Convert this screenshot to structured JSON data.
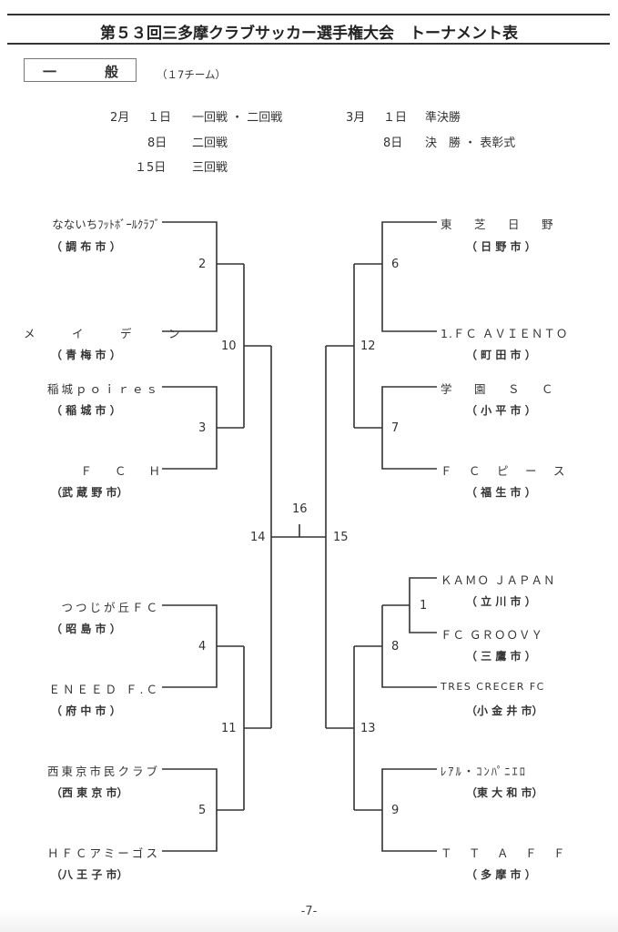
{
  "title": "第５３回三多摩クラブサッカー選手権大会　トーナメント表",
  "category": {
    "left_char": "一",
    "right_char": "般",
    "team_count": "（１7チーム）"
  },
  "schedule": [
    {
      "month": "2月",
      "day": "１日",
      "round": "一回戦 ・ 二回戦"
    },
    {
      "month": "",
      "day": "8日",
      "round": "二回戦"
    },
    {
      "month": "",
      "day": "１5日",
      "round": "三回戦"
    },
    {
      "month": "3月",
      "day": "１日",
      "round": "準決勝"
    },
    {
      "month": "",
      "day": "8日",
      "round": "決　勝 ・ 表彰式"
    }
  ],
  "left_teams": [
    {
      "name": "なないちﾌｯﾄﾎﾞｰﾙｸﾗﾌﾞ",
      "city": "（ 調 布 市 ）"
    },
    {
      "name": "メ　イ　デ　ン",
      "city": "（ 青 梅 市 ）"
    },
    {
      "name": "稲城ｐｏｉｒｅｓ",
      "city": "（ 稲 城 市 ）"
    },
    {
      "name": "Ｆ　　Ｃ　　Ｈ",
      "city": "（武 蔵 野 市）"
    },
    {
      "name": "つつじが丘ＦＣ",
      "city": "（ 昭 島 市 ）"
    },
    {
      "name": "ＥＮＥＥＤ Ｆ.Ｃ",
      "city": "（ 府 中 市 ）"
    },
    {
      "name": "西東京市民クラブ",
      "city": "（西 東 京 市）"
    },
    {
      "name": "ＨＦＣアミーゴス",
      "city": "（八 王 子 市）"
    }
  ],
  "right_teams": [
    {
      "name": "東　芝　日　野",
      "city": "（ 日 野 市 ）"
    },
    {
      "name": "1.ＦＣ ＡＶＩＥＮＴＯ",
      "city": "（ 町 田 市 ）"
    },
    {
      "name": "学　園　Ｓ　Ｃ",
      "city": "（ 小 平 市 ）"
    },
    {
      "name": "Ｆ　Ｃ　ピ　ー　ス",
      "city": "（ 福 生 市 ）"
    },
    {
      "name": "ＫＡＭＯ ＪＡＰＡＮ",
      "city": "（ 立 川 市 ）"
    },
    {
      "name": "ＦＣ ＧＲＯＯＶＹ",
      "city": "（ 三 鷹 市 ）"
    },
    {
      "name": "TRES CRECER FC",
      "city": "（小 金 井 市）"
    },
    {
      "name": "ﾚｱﾙ・ｺﾝﾊﾟﾆｴﾛ",
      "city": "（東 大 和 市）"
    },
    {
      "name": "Ｔ　Ｔ　Ａ　Ｆ　Ｆ",
      "city": "（ 多 摩 市 ）"
    }
  ],
  "matches": {
    "m1": "1",
    "m2": "2",
    "m3": "3",
    "m4": "4",
    "m5": "5",
    "m6": "6",
    "m7": "7",
    "m8": "8",
    "m9": "9",
    "m10": "10",
    "m11": "11",
    "m12": "12",
    "m13": "13",
    "m14": "14",
    "m15": "15",
    "m16": "16"
  },
  "page_number": "-7-"
}
